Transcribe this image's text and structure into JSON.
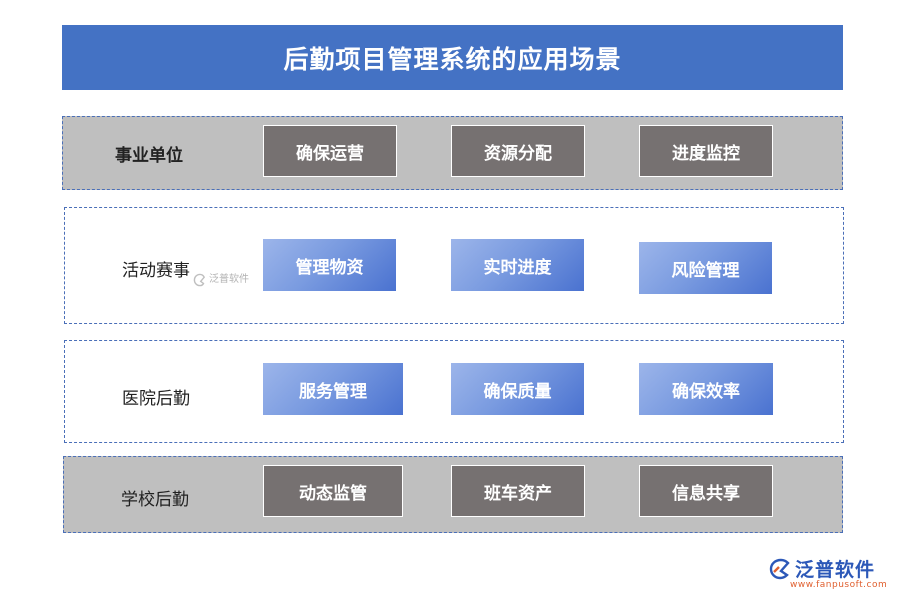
{
  "title": "后勤项目管理系统的应用场景",
  "rows": [
    {
      "label": "事业单位",
      "items": [
        "确保运营",
        "资源分配",
        "进度监控"
      ]
    },
    {
      "label": "活动赛事",
      "items": [
        "管理物资",
        "实时进度",
        "风险管理"
      ]
    },
    {
      "label": "医院后勤",
      "items": [
        "服务管理",
        "确保质量",
        "确保效率"
      ]
    },
    {
      "label": "学校后勤",
      "items": [
        "动态监管",
        "班车资产",
        "信息共享"
      ]
    }
  ],
  "watermark": {
    "text": "泛普软件",
    "icon": "fanpu-logo-icon"
  },
  "logo": {
    "text": "泛普软件",
    "url": "www.fanpusoft.com",
    "icon": "fanpu-logo-icon"
  },
  "colors": {
    "title_bg": "#4472c4",
    "gray_row": "#bfbfbf",
    "dark_box": "#767171",
    "blue_box_start": "#9cb5ea",
    "blue_box_end": "#4a72d0",
    "logo_blue": "#2c58b8",
    "logo_orange": "#e06030"
  }
}
